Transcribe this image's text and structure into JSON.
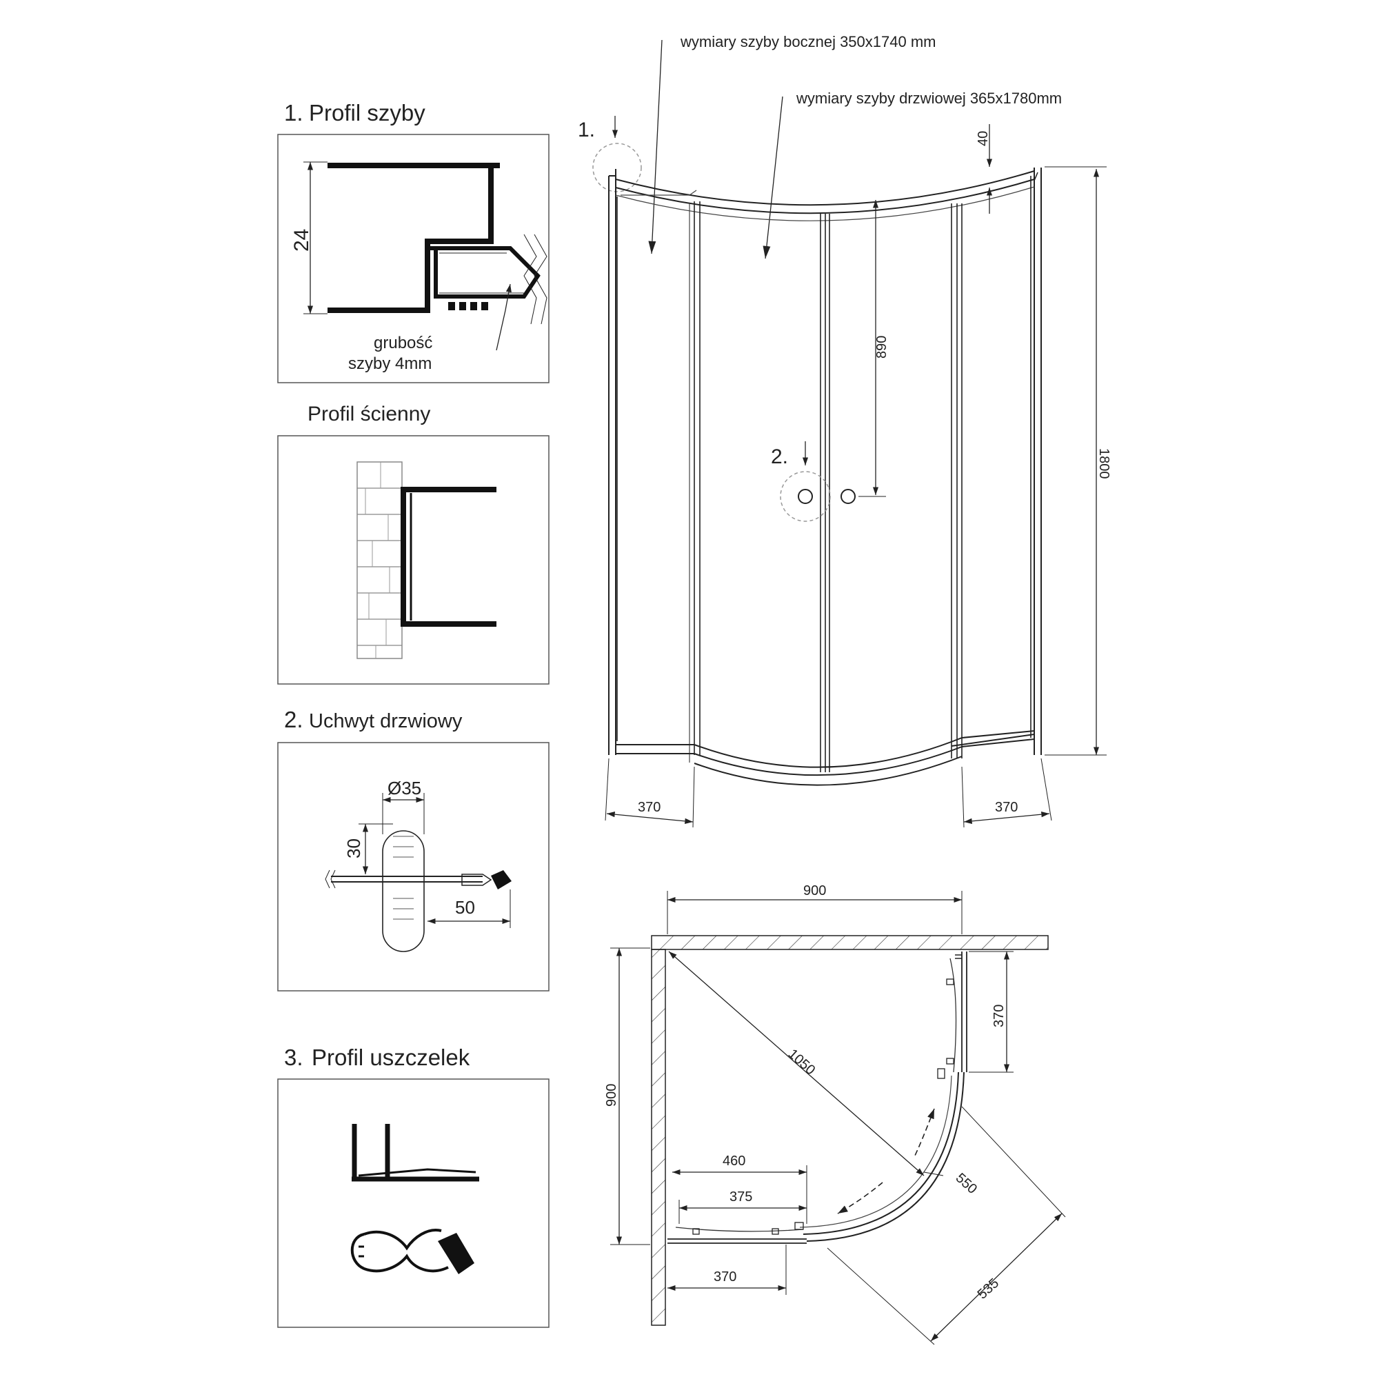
{
  "panels": {
    "glass_profile": {
      "title_num": "1.",
      "title": "Profil szyby",
      "dim_height": "24",
      "note_line1": "grubość",
      "note_line2": "szyby 4mm"
    },
    "wall_profile": {
      "title": "Profil ścienny"
    },
    "door_handle": {
      "title_num": "2.",
      "title": "Uchwyt drzwiowy",
      "dim_diameter": "Ø35",
      "dim_height": "30",
      "dim_length": "50"
    },
    "seal_profile": {
      "title_num": "3.",
      "title": "Profil uszczelek"
    }
  },
  "front_view": {
    "note_side_glass": "wymiary szyby bocznej 350x1740 mm",
    "note_door_glass": "wymiary szyby drzwiowej 365x1780mm",
    "callout_1": "1.",
    "callout_2": "2.",
    "dim_top": "40",
    "dim_handle_height": "890",
    "dim_total_height": "1800",
    "dim_left_width": "370",
    "dim_right_width": "370"
  },
  "plan_view": {
    "dim_top_width": "900",
    "dim_left_height": "900",
    "dim_right_side": "370",
    "dim_diagonal": "1050",
    "dim_door_opening": "550",
    "dim_depth": "535",
    "dim_460": "460",
    "dim_375": "375",
    "dim_bottom_side": "370"
  }
}
